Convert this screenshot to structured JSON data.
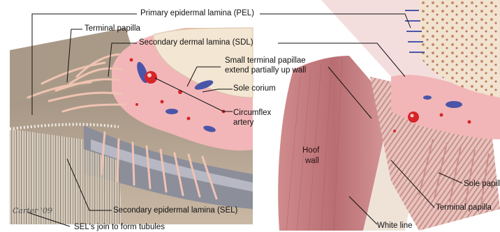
{
  "labels": {
    "pel": "Primary epidermal lamina (PEL)",
    "terminal_papilla_left": "Terminal papilla",
    "sdl": "Secondary dermal lamina (SDL)",
    "small_papillae_line1": "Small terminal papillae",
    "small_papillae_line2": "extend partially up wall",
    "sole_corium": "Sole corium",
    "circumflex_line1": "Circumflex",
    "circumflex_line2": "artery",
    "hoof_wall_line1": "Hoof",
    "hoof_wall_line2": "wall",
    "sole_papilla": "Sole papill",
    "terminal_papilla_right": "Terminal papilla",
    "sel": "Secondary epidermal lamina (SEL)",
    "sels_join": "SEL's join to form tubules",
    "white_line": "White line"
  },
  "signature": "Carter '09",
  "colors": {
    "dermis_pink": "#f2b6b8",
    "horn_tan": "#d9c2a8",
    "bone": "#f3e6d2",
    "vessel_red": "#d6262a",
    "vein_blue": "#4b55a8",
    "wall_red": "#c97d80",
    "leader_line": "#111111"
  }
}
